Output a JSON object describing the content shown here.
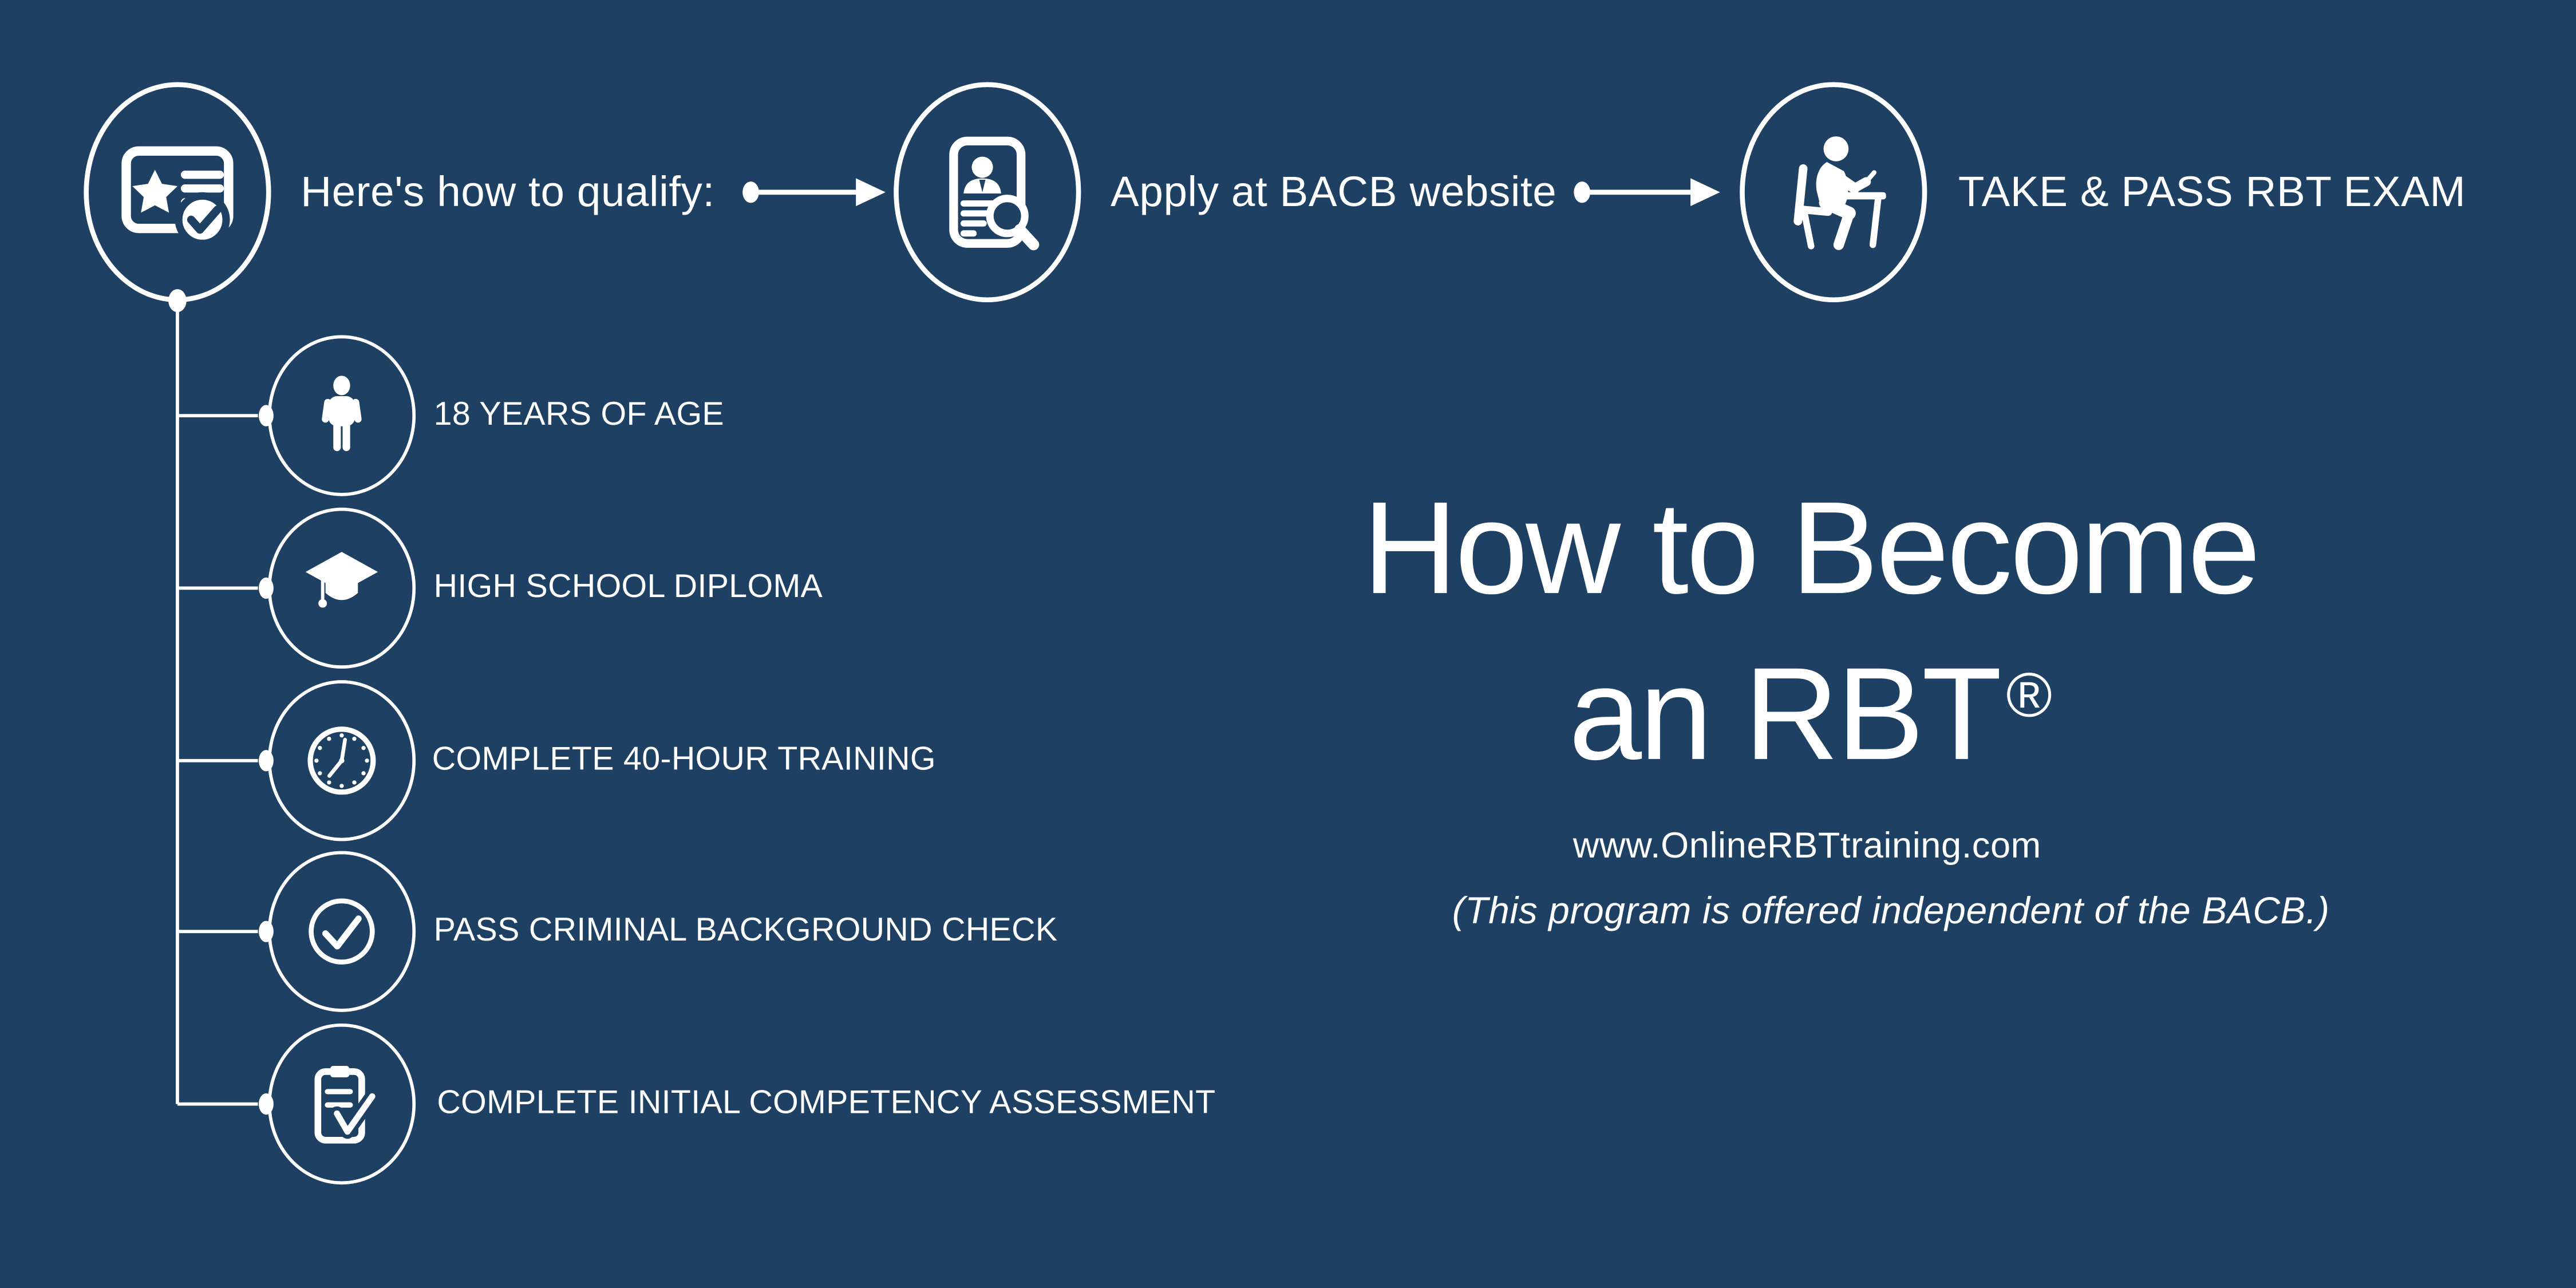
{
  "colors": {
    "background": "#1d4063",
    "foreground": "#ffffff"
  },
  "top_flow": {
    "steps": [
      {
        "icon": "certificate-star-icon",
        "label": "Here's how to qualify:"
      },
      {
        "icon": "resume-search-icon",
        "label": "Apply at BACB website"
      },
      {
        "icon": "exam-desk-icon",
        "label": "TAKE & PASS RBT EXAM"
      }
    ]
  },
  "qualify_list": {
    "items": [
      {
        "icon": "person-icon",
        "label": "18 YEARS OF AGE"
      },
      {
        "icon": "graduation-cap-icon",
        "label": "HIGH SCHOOL DIPLOMA"
      },
      {
        "icon": "clock-icon",
        "label": "COMPLETE 40-HOUR TRAINING"
      },
      {
        "icon": "check-circle-icon",
        "label": "PASS CRIMINAL BACKGROUND CHECK"
      },
      {
        "icon": "clipboard-check-icon",
        "label": "COMPLETE INITIAL COMPETENCY ASSESSMENT"
      }
    ]
  },
  "title_block": {
    "title_line1": "How to Become",
    "title_line2": "an RBT",
    "registered_mark": "®",
    "website": "www.OnlineRBTtraining.com",
    "disclaimer": "(This program is offered independent of the BACB.)"
  }
}
